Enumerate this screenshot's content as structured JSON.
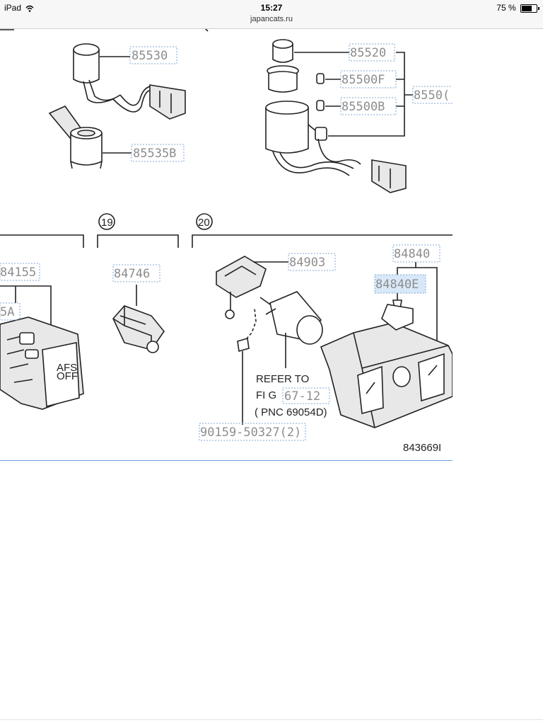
{
  "status_bar": {
    "device": "iPad",
    "time": "15:27",
    "url": "japancats.ru",
    "battery_text": "75 %",
    "battery_level": 0.75
  },
  "diagram": {
    "part_numbers": {
      "p85530": "85530",
      "p85535b": "85535B",
      "p85520": "85520",
      "p85500f": "85500F",
      "p85500b": "85500B",
      "p8550x": "8550(",
      "p84155": "84155",
      "p5a": "5A",
      "p84746": "84746",
      "p84903": "84903",
      "p84840": "84840",
      "p84840e": "84840E",
      "p67_12": "67-12",
      "p90159": "90159-50327(2)"
    },
    "section_numbers": {
      "s19": "19",
      "s20": "20"
    },
    "refer_text": {
      "line1": "REFER TO",
      "line2": "FI G",
      "line3": "( PNC 69054D)"
    },
    "button_text": {
      "line1": "AFS",
      "line2": "OFF"
    },
    "figure_code": "843669I"
  }
}
